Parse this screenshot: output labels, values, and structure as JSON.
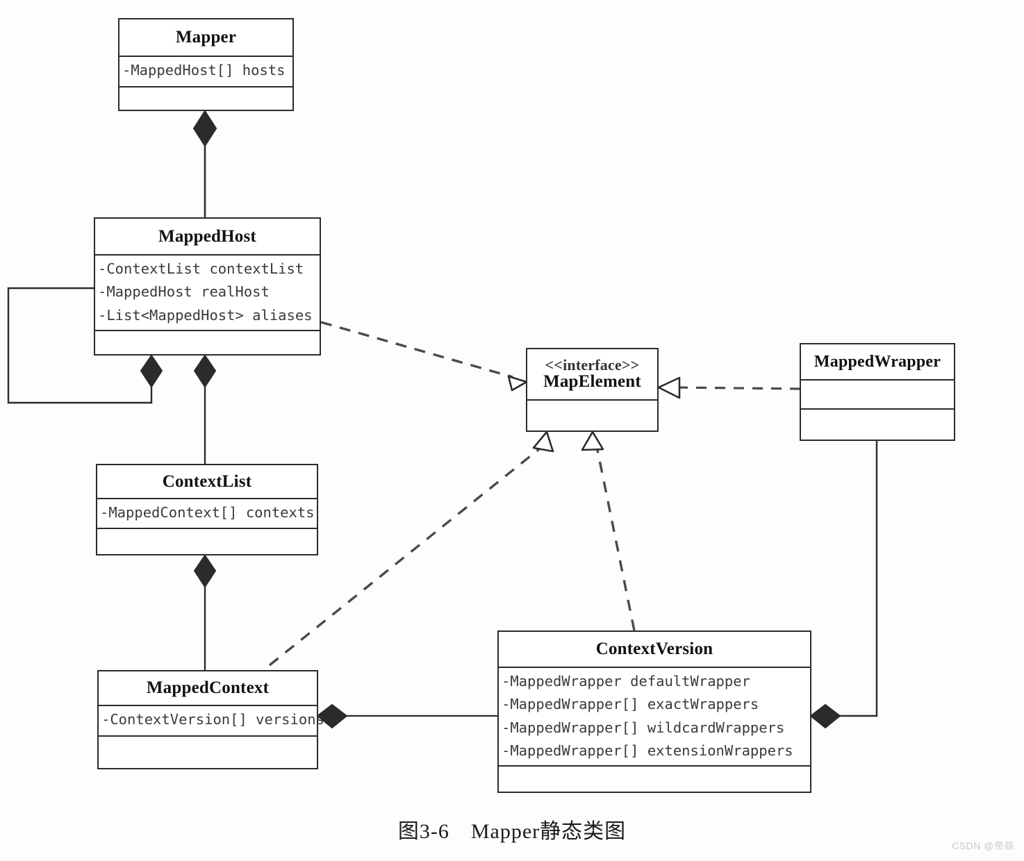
{
  "diagram": {
    "caption": "图3-6　Mapper静态类图",
    "watermark": "CSDN @帝燚",
    "line_color": "#2b2b2b",
    "fill_color": "#ffffff",
    "classes": [
      {
        "id": "mapper",
        "name": "Mapper",
        "stereotype": "",
        "attributes": [
          "-MappedHost[] hosts"
        ],
        "operations": []
      },
      {
        "id": "mappedhost",
        "name": "MappedHost",
        "stereotype": "",
        "attributes": [
          "-ContextList contextList",
          "-MappedHost realHost",
          "-List<MappedHost> aliases"
        ],
        "operations": []
      },
      {
        "id": "contextlist",
        "name": "ContextList",
        "stereotype": "",
        "attributes": [
          "-MappedContext[] contexts"
        ],
        "operations": []
      },
      {
        "id": "mappedcontext",
        "name": "MappedContext",
        "stereotype": "",
        "attributes": [
          "-ContextVersion[] versions"
        ],
        "operations": []
      },
      {
        "id": "mapelement",
        "name": "MapElement",
        "stereotype": "<<interface>>",
        "attributes": [],
        "operations": []
      },
      {
        "id": "mappedwrapper",
        "name": "MappedWrapper",
        "stereotype": "",
        "attributes": [],
        "operations": []
      },
      {
        "id": "contextversion",
        "name": "ContextVersion",
        "stereotype": "",
        "attributes": [
          "-MappedWrapper defaultWrapper",
          "-MappedWrapper[] exactWrappers",
          "-MappedWrapper[] wildcardWrappers",
          "-MappedWrapper[] extensionWrappers"
        ],
        "operations": []
      }
    ],
    "relations": [
      {
        "from": "mappedhost",
        "to": "mapper",
        "type": "composition"
      },
      {
        "from": "mappedhost",
        "to": "mappedhost",
        "type": "composition"
      },
      {
        "from": "contextlist",
        "to": "mappedhost",
        "type": "composition"
      },
      {
        "from": "mappedcontext",
        "to": "contextlist",
        "type": "composition"
      },
      {
        "from": "contextversion",
        "to": "mappedcontext",
        "type": "composition"
      },
      {
        "from": "mappedwrapper",
        "to": "contextversion",
        "type": "composition"
      },
      {
        "from": "mappedhost",
        "to": "mapelement",
        "type": "realization"
      },
      {
        "from": "mappedcontext",
        "to": "mapelement",
        "type": "realization"
      },
      {
        "from": "contextversion",
        "to": "mapelement",
        "type": "realization"
      },
      {
        "from": "mappedwrapper",
        "to": "mapelement",
        "type": "realization"
      }
    ]
  }
}
